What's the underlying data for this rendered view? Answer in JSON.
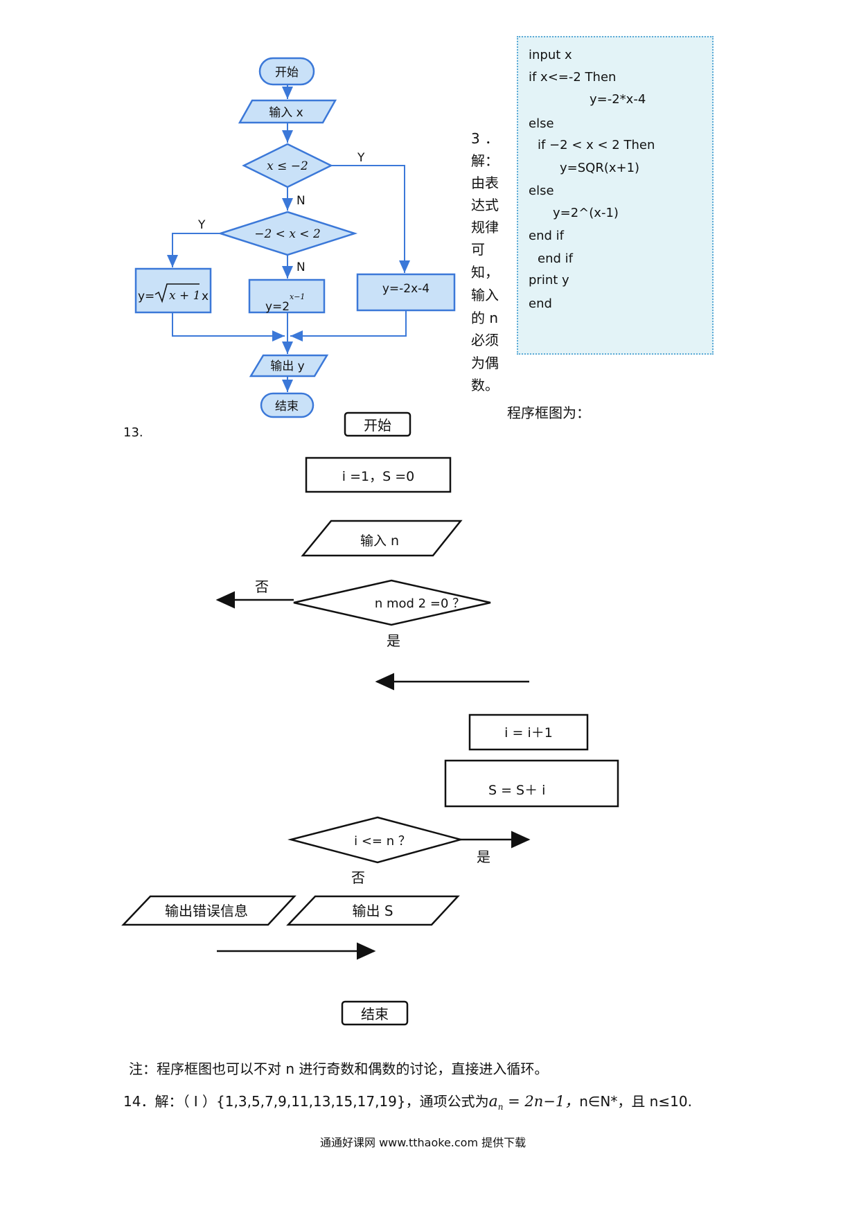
{
  "flowchart1": {
    "start": "开始",
    "input": "输入 x",
    "cond1": "x ≤ −2",
    "yes": "Y",
    "no": "N",
    "cond2": "−2 < x < 2",
    "box_sqrt_prefix": "y=",
    "box_sqrt_radicand": "x + 1",
    "box_sqrt_suffix": "x",
    "box_pow_base": "y=2",
    "box_pow_exp": "x−1",
    "box_linear": "y=-2x-4",
    "output": "输出 y",
    "end": "结束"
  },
  "code": {
    "lines": [
      "input x",
      "if x<=-2 Then",
      "y=-2*x-4",
      "else",
      "if  −2 < x < 2   Then",
      "y=SQR(x+1)",
      "else",
      "y=2^(x-1)",
      "end if",
      "end if",
      "print   y",
      "end"
    ]
  },
  "problem3": {
    "chars": [
      "3",
      "．",
      "解：",
      "由表",
      "达式",
      "规律",
      "可",
      "知，",
      "输入",
      "的 n",
      "必须",
      "为偶",
      "数。"
    ],
    "caption": "程序框图为："
  },
  "problem13": {
    "number": "13.",
    "start": "开始",
    "init": "i =1，S =0",
    "input": "输入  n",
    "cond": "n mod 2 =0  ？",
    "no": "否",
    "yes": "是",
    "inc": "i = i＋1",
    "sum": "S = S＋   i",
    "loop_cond": "i <= n  ？",
    "loop_yes": "是",
    "loop_no": "否",
    "err": "输出错误信息",
    "out": "输出  S",
    "end": "结束"
  },
  "note": "注：程序框图也可以不对 n 进行奇数和偶数的讨论，直接进入循环。",
  "problem14": {
    "prefix": "14．解：（ I ）{1,3,5,7,9,11,13,15,17,19}，通项公式为",
    "an": "a",
    "sub": "n",
    "formula": " = 2n−1，",
    "cond": "n∈N*，且 n≤10."
  },
  "footer": "通通好课网  www.tthaoke.com  提供下载"
}
